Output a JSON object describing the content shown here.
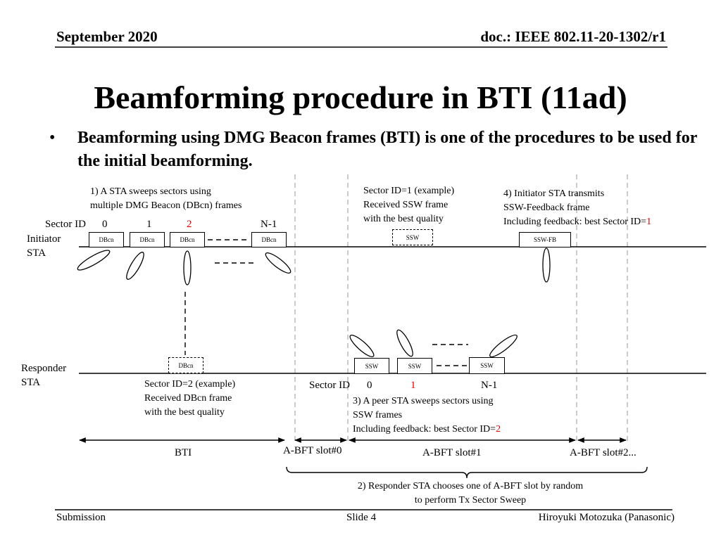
{
  "header": {
    "date": "September 2020",
    "doc": "doc.: IEEE 802.11-20-1302/r1"
  },
  "title": "Beamforming procedure in BTI (11ad)",
  "bullet": {
    "marker": "•",
    "text": "Beamforming using DMG Beacon frames (BTI) is one of the procedures to be used for the initial beamforming."
  },
  "initiator": {
    "label_line1": "Initiator",
    "label_line2": "STA",
    "sector_id_label": "Sector ID",
    "sector_ids": [
      "0",
      "1",
      "2",
      "N-1"
    ],
    "note1_line1": "1) A STA sweeps sectors using",
    "note1_line2": "multiple DMG Beacon (DBcn) frames",
    "frames": [
      "DBcn",
      "DBcn",
      "DBcn",
      "DBcn"
    ],
    "ssw_received": "SSW",
    "ssw_fb": "SSW-FB",
    "note_sector_line1": "Sector ID=1 (example)",
    "note_sector_line2": "Received SSW frame",
    "note_sector_line3": "with the best quality",
    "note4_line1": "4) Initiator STA transmits",
    "note4_line2": "SSW-Feedback frame",
    "note4_line3_prefix": "Including feedback: best Sector ID=",
    "note4_line3_value": "1"
  },
  "responder": {
    "label_line1": "Responder",
    "label_line2": "STA",
    "dbcn_received": "DBcn",
    "frames": [
      "SSW",
      "SSW",
      "SSW"
    ],
    "note_sector_line1": "Sector ID=2 (example)",
    "note_sector_line2": "Received DBcn frame",
    "note_sector_line3": "with the best quality",
    "sector_id_label": "Sector ID",
    "sector_ids": [
      "0",
      "1",
      "N-1"
    ],
    "note3_line1": "3) A peer STA sweeps sectors using",
    "note3_line2": "SSW frames",
    "note3_line3_prefix": "Including feedback: best Sector ID=",
    "note3_line3_value": "2"
  },
  "timeline": {
    "bti": "BTI",
    "slot0": "A-BFT slot#0",
    "slot1": "A-BFT slot#1",
    "slot2": "A-BFT slot#2...",
    "note2_line1": "2) Responder STA chooses one of A-BFT slot by random",
    "note2_line2": "to perform Tx Sector Sweep"
  },
  "footer": {
    "left": "Submission",
    "center": "Slide 4",
    "right": "Hiroyuki Motozuka (Panasonic)"
  },
  "colors": {
    "highlight": "#e00000",
    "line": "#000000",
    "guide": "#aaaaaa"
  }
}
